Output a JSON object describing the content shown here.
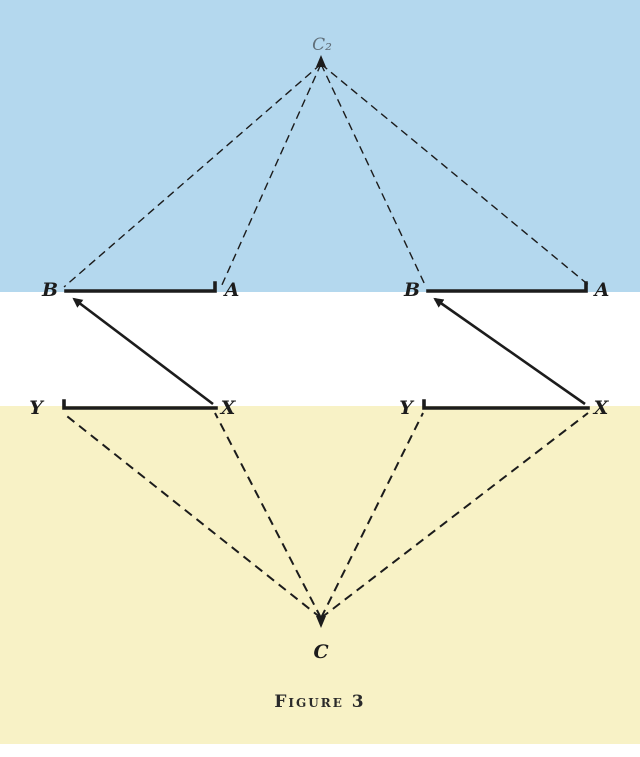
{
  "figure": {
    "caption": "Figure 3",
    "labels": {
      "top_apex": "C₂",
      "upper_left_b": "B",
      "upper_left_a": "A",
      "upper_right_b": "B",
      "upper_right_a": "A",
      "lower_left_y": "Y",
      "lower_left_x": "X",
      "lower_right_y": "Y",
      "lower_right_x": "X",
      "bottom_apex": "C"
    }
  },
  "colors": {
    "top_band": "#b4d8ee",
    "middle_band": "#ffffff",
    "bottom_band": "#f8f2c6",
    "line": "#1c1c1c",
    "top_apex_label": "#5f6e78",
    "caption_ink": "#2a2a2a"
  }
}
